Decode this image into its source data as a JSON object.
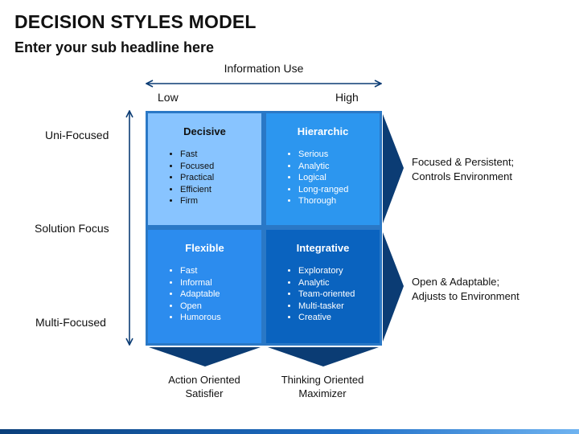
{
  "header": {
    "title": "DECISION STYLES MODEL",
    "subtitle": "Enter your sub headline here"
  },
  "axes": {
    "horizontal": {
      "title": "Information Use",
      "low": "Low",
      "high": "High"
    },
    "vertical": {
      "title": "Solution Focus",
      "top": "Uni-Focused",
      "bottom": "Multi-Focused"
    }
  },
  "quadrants": {
    "decisive": {
      "title": "Decisive",
      "items": [
        "Fast",
        "Focused",
        "Practical",
        "Efficient",
        "Firm"
      ]
    },
    "hierarchic": {
      "title": "Hierarchic",
      "items": [
        "Serious",
        "Analytic",
        "Logical",
        "Long-ranged",
        "Thorough"
      ]
    },
    "flexible": {
      "title": "Flexible",
      "items": [
        "Fast",
        "Informal",
        "Adaptable",
        "Open",
        "Humorous"
      ]
    },
    "integrative": {
      "title": "Integrative",
      "items": [
        "Exploratory",
        "Analytic",
        "Team-oriented",
        "Multi-tasker",
        "Creative"
      ]
    }
  },
  "right_labels": {
    "top": {
      "line1": "Focused & Persistent;",
      "line2": "Controls Environment"
    },
    "bottom": {
      "line1": "Open & Adaptable;",
      "line2": "Adjusts to Environment"
    }
  },
  "bottom_labels": {
    "left": {
      "line1": "Action Oriented",
      "line2": "Satisfier"
    },
    "right": {
      "line1": "Thinking Oriented",
      "line2": "Maximizer"
    }
  },
  "colors": {
    "decisive": "#88c4ff",
    "hierarchic": "#2c96ef",
    "flexible": "#2c8cee",
    "integrative": "#0a63bf",
    "navy": "#0b3c74"
  }
}
